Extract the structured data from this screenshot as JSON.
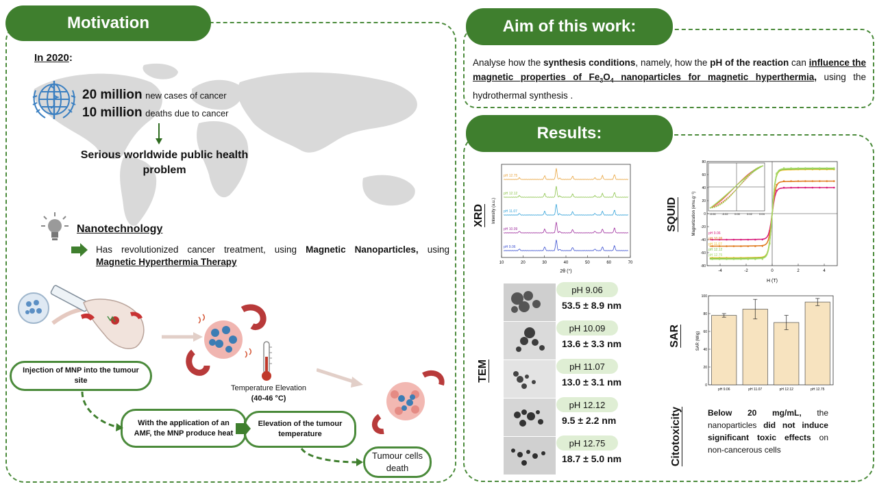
{
  "motivation": {
    "title": "Motivation",
    "year_label": "In 2020",
    "year_colon": ":",
    "stat1_num": "20 million",
    "stat1_text": "new cases of cancer",
    "stat2_num": "10 million",
    "stat2_text": "deaths due to cancer",
    "problem_line1": "Serious worldwide public health",
    "problem_line2": "problem",
    "nano_title": "Nanotechnology",
    "nano_text_a": "Has revolutionized cancer treatment, using ",
    "nano_text_b": "Magnetic Nanoparticles,",
    "nano_text_c": " using",
    "nano_text_d": "Magnetic Hyperthermia Therapy",
    "temp_label": "Temperature Elevation",
    "temp_range": "(40-46 °C)",
    "step1": "Injection of MNP into the tumour site",
    "step2": "With the application of an AMF, the MNP produce heat",
    "step3": "Elevation of the tumour temperature",
    "step4": "Tumour cells death"
  },
  "aim": {
    "title": "Aim of this work:",
    "t1": "Analyse how the ",
    "t2": "synthesis conditions",
    "t3": ", namely, how the ",
    "t4": "pH of the reaction",
    "t5": " can",
    "t6": "influence the magnetic properties of Fe",
    "t6_sub1": "3",
    "t6_o": "O",
    "t6_sub2": "4",
    "t7": " nanoparticles for magnetic",
    "t8": "hyperthermia,",
    "t9": " using the hydrothermal synthesis ."
  },
  "results": {
    "title": "Results:",
    "xrd_label": "XRD",
    "squid_label": "SQUID",
    "tem_label": "TEM",
    "sar_label": "SAR",
    "cyto_label": "Citotoxicity",
    "cyto_t1": "Below 20 mg/mL,",
    "cyto_t2": " the",
    "cyto_t3": "nanoparticles ",
    "cyto_t4": "did not induce",
    "cyto_t5": "significant toxic effects",
    "cyto_t6": " on",
    "cyto_t7": "non-cancerous cells",
    "tem": [
      {
        "ph": "pH 9.06",
        "size": "53.5 ± 8.9 nm"
      },
      {
        "ph": "pH 10.09",
        "size": "13.6 ± 3.3 nm"
      },
      {
        "ph": "pH 11.07",
        "size": "13.0 ± 3.1 nm"
      },
      {
        "ph": "pH 12.12",
        "size": "9.5 ± 2.2 nm"
      },
      {
        "ph": "pH 12.75",
        "size": "18.7 ± 5.0 nm"
      }
    ]
  },
  "chart_data": [
    {
      "type": "line",
      "name_hint": "XRD",
      "xlabel": "2θ (°)",
      "ylabel": "Intensity (a.u.)",
      "xlim": [
        10,
        70
      ],
      "xticks": [
        "10",
        "20",
        "30",
        "40",
        "50",
        "60",
        "70"
      ],
      "series": [
        {
          "name": "pH 12.75",
          "color": "#e8a23a"
        },
        {
          "name": "pH 12.12",
          "color": "#8bc34a"
        },
        {
          "name": "pH 11.07",
          "color": "#2fa0d8"
        },
        {
          "name": "pH 10.09",
          "color": "#9c2b9c"
        },
        {
          "name": "pH 9.06",
          "color": "#3a4fd0"
        }
      ]
    },
    {
      "type": "line",
      "name_hint": "SQUID",
      "xlabel": "H (T)",
      "ylabel": "Magnetization (emu.g⁻¹)",
      "xlim": [
        -5,
        5
      ],
      "ylim": [
        -80,
        80
      ],
      "xticks": [
        "-4",
        "-2",
        "0",
        "2",
        "4"
      ],
      "yticks": [
        "80",
        "60",
        "40",
        "20",
        "0",
        "-20",
        "-40",
        "-60",
        "-80"
      ],
      "inset_xticks": [
        "-0.04",
        "-0.02",
        "0.00",
        "0.02",
        "0.04"
      ],
      "series": [
        {
          "name": "pH 9.06",
          "color": "#d81b7a",
          "ms": 40
        },
        {
          "name": "pH 10.09",
          "color": "#e07a1f",
          "ms": 50
        },
        {
          "name": "pH 11.07",
          "color": "#f1c232",
          "ms": 68
        },
        {
          "name": "pH 12.12",
          "color": "#7cc243",
          "ms": 69
        },
        {
          "name": "pH 12.75",
          "color": "#a6d96a",
          "ms": 70
        }
      ]
    },
    {
      "type": "bar",
      "name_hint": "SAR",
      "ylabel": "SAR (W/g)",
      "ylim": [
        0,
        100
      ],
      "yticks": [
        "0",
        "20",
        "40",
        "60",
        "80",
        "100"
      ],
      "categories": [
        "pH 9.06",
        "pH 11.07",
        "pH 12.12",
        "pH 12.75"
      ],
      "values": [
        78,
        85,
        70,
        93
      ],
      "errors": [
        2,
        11,
        8,
        4
      ]
    }
  ]
}
